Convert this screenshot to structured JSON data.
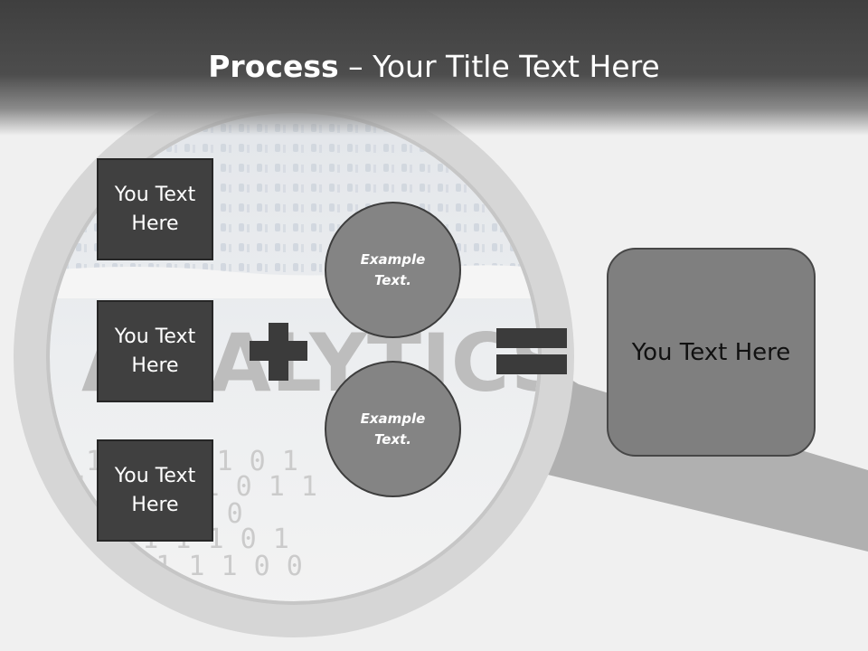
{
  "title": {
    "bold": "Process",
    "rest": " – Your Title Text Here"
  },
  "boxes": [
    {
      "label": "You Text Here"
    },
    {
      "label": "You Text Here"
    },
    {
      "label": "You Text Here"
    }
  ],
  "circles": [
    {
      "label": "Example Text."
    },
    {
      "label": "Example Text."
    }
  ],
  "result": {
    "label": "You Text Here"
  },
  "background_text": {
    "word": "ANALYTICS"
  },
  "binary_lines": [
    "1 1 1 1 1 0 1",
    "1 1 1 0 1 0 1 1",
    "1 0 1 1 1 0",
    "1 0 1 1 1 0 1",
    "1 0 1 1 1 0 0"
  ],
  "colors": {
    "header": "#404040",
    "box": "#404040",
    "circle": "#848484",
    "result": "#7f7f7f",
    "operator": "#3b3b3b"
  }
}
